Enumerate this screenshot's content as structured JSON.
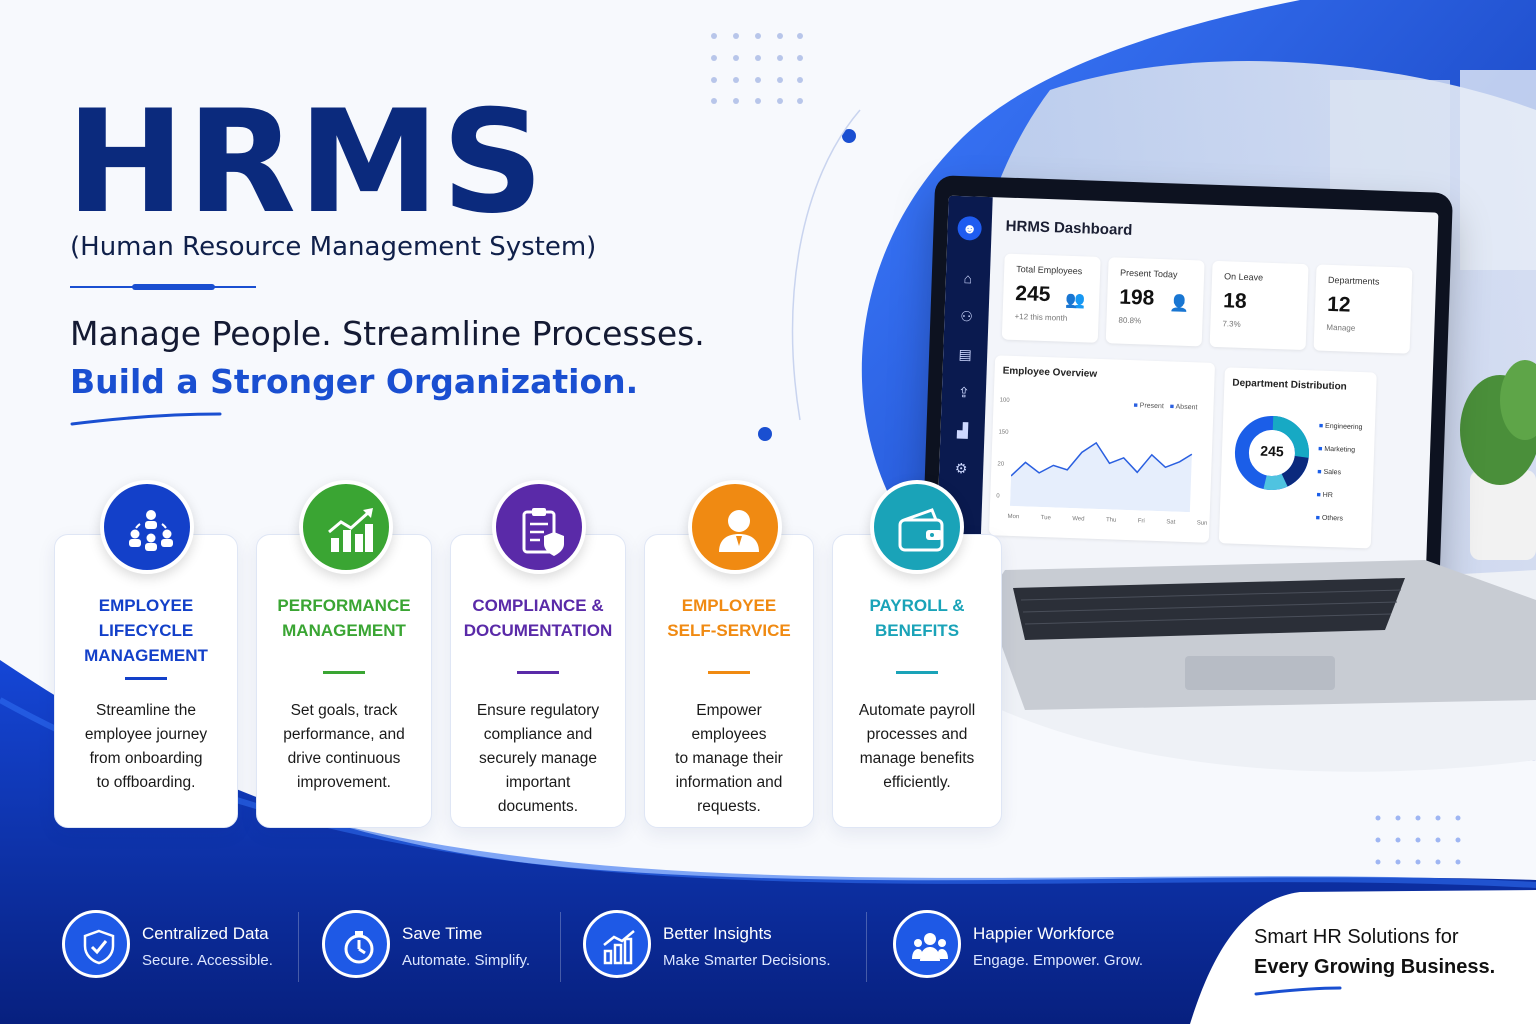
{
  "header": {
    "title": "HRMS",
    "subtitle": "(Human Resource Management System)",
    "tagline_line1": "Manage People. Streamline Processes.",
    "tagline_line2": "Build a Stronger Organization."
  },
  "dashboard": {
    "title": "HRMS Dashboard",
    "stats": [
      {
        "label": "Total Employees",
        "value": "245",
        "sub": "+12 this month"
      },
      {
        "label": "Present Today",
        "value": "198",
        "sub": "80.8%"
      },
      {
        "label": "On Leave",
        "value": "18",
        "sub": "7.3%"
      },
      {
        "label": "Departments",
        "value": "12",
        "sub": "Manage"
      }
    ],
    "overview": {
      "title": "Employee Overview",
      "legend": [
        "Present",
        "Absent"
      ],
      "y_ticks": [
        "100",
        "150",
        "20",
        "0"
      ],
      "x_ticks": [
        "Mon",
        "Tue",
        "Wed",
        "Thu",
        "Fri",
        "Sat",
        "Sun"
      ]
    },
    "distribution": {
      "title": "Department Distribution",
      "center": "245",
      "legend": [
        "Engineering",
        "Marketing",
        "Sales",
        "HR",
        "Others"
      ]
    }
  },
  "cards": [
    {
      "title_l1": "EMPLOYEE",
      "title_l2": "LIFECYCLE",
      "title_l3": "MANAGEMENT",
      "desc_l1": "Streamline the",
      "desc_l2": "employee journey",
      "desc_l3": "from onboarding",
      "desc_l4": "to offboarding.",
      "icon": "people-network-icon",
      "color": "#1340c9"
    },
    {
      "title_l1": "PERFORMANCE",
      "title_l2": "MANAGEMENT",
      "desc_l1": "Set goals, track",
      "desc_l2": "performance, and",
      "desc_l3": "drive continuous",
      "desc_l4": "improvement.",
      "icon": "growth-chart-icon",
      "color": "#3aa533"
    },
    {
      "title_l1": "COMPLIANCE &",
      "title_l2": "DOCUMENTATION",
      "desc_l1": "Ensure regulatory",
      "desc_l2": "compliance and",
      "desc_l3": "securely manage",
      "desc_l4": "important",
      "desc_l5": "documents.",
      "icon": "clipboard-shield-icon",
      "color": "#5a2aa8"
    },
    {
      "title_l1": "EMPLOYEE",
      "title_l2": "SELF-SERVICE",
      "desc_l1": "Empower employees",
      "desc_l2": "to manage their",
      "desc_l3": "information and",
      "desc_l4": "requests.",
      "icon": "person-icon",
      "color": "#f08a12"
    },
    {
      "title_l1": "PAYROLL &",
      "title_l2": "BENEFITS",
      "desc_l1": "Automate payroll",
      "desc_l2": "processes and",
      "desc_l3": "manage benefits",
      "desc_l4": "efficiently.",
      "icon": "wallet-icon",
      "color": "#1aa3b8"
    }
  ],
  "features": [
    {
      "title": "Centralized Data",
      "sub": "Secure. Accessible.",
      "icon": "shield-icon"
    },
    {
      "title": "Save Time",
      "sub": "Automate. Simplify.",
      "icon": "stopwatch-icon"
    },
    {
      "title": "Better Insights",
      "sub": "Make Smarter Decisions.",
      "icon": "bar-chart-icon"
    },
    {
      "title": "Happier Workforce",
      "sub": "Engage. Empower. Grow.",
      "icon": "group-icon"
    }
  ],
  "closing": {
    "line1": "Smart HR Solutions for",
    "line2": "Every Growing Business."
  },
  "colors": {
    "navy": "#0b2a7d",
    "blue": "#1a4fd1",
    "band": "#0b2a8f"
  }
}
